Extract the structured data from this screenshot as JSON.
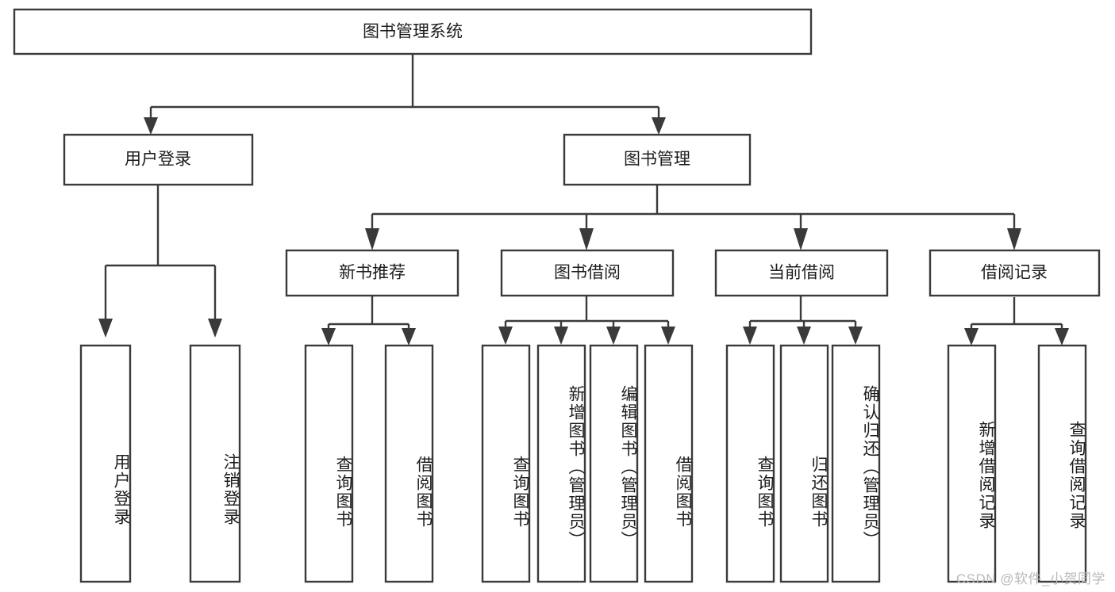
{
  "diagram": {
    "type": "tree-hierarchy-flowchart",
    "title": "图书管理系统",
    "root": {
      "id": "root",
      "label": "图书管理系统",
      "orientation": "horizontal"
    },
    "level2": [
      {
        "id": "user-login",
        "label": "用户登录",
        "orientation": "horizontal"
      },
      {
        "id": "book-management",
        "label": "图书管理",
        "orientation": "horizontal"
      }
    ],
    "level3": [
      {
        "id": "new-book-recommend",
        "label": "新书推荐",
        "orientation": "horizontal",
        "parent": "book-management"
      },
      {
        "id": "book-borrow",
        "label": "图书借阅",
        "orientation": "horizontal",
        "parent": "book-management"
      },
      {
        "id": "current-borrow",
        "label": "当前借阅",
        "orientation": "horizontal",
        "parent": "book-management"
      },
      {
        "id": "borrow-record",
        "label": "借阅记录",
        "orientation": "horizontal",
        "parent": "book-management"
      }
    ],
    "leaves": [
      {
        "id": "leaf-user-login",
        "label": "用户登录",
        "orientation": "vertical",
        "parent": "user-login"
      },
      {
        "id": "leaf-logout-login",
        "label": "注销登录",
        "orientation": "vertical",
        "parent": "user-login"
      },
      {
        "id": "leaf-query-book-1",
        "label": "查询图书",
        "orientation": "vertical",
        "parent": "new-book-recommend"
      },
      {
        "id": "leaf-borrow-book-1",
        "label": "借阅图书",
        "orientation": "vertical",
        "parent": "new-book-recommend"
      },
      {
        "id": "leaf-query-book-2",
        "label": "查询图书",
        "orientation": "vertical",
        "parent": "book-borrow"
      },
      {
        "id": "leaf-add-book",
        "label": "新增图书（管理员）",
        "orientation": "vertical",
        "parent": "book-borrow"
      },
      {
        "id": "leaf-edit-book",
        "label": "编辑图书（管理员）",
        "orientation": "vertical",
        "parent": "book-borrow"
      },
      {
        "id": "leaf-borrow-book-2",
        "label": "借阅图书",
        "orientation": "vertical",
        "parent": "book-borrow"
      },
      {
        "id": "leaf-query-book-3",
        "label": "查询图书",
        "orientation": "vertical",
        "parent": "current-borrow"
      },
      {
        "id": "leaf-return-book",
        "label": "归还图书",
        "orientation": "vertical",
        "parent": "current-borrow"
      },
      {
        "id": "leaf-confirm-return",
        "label": "确认归还（管理员）",
        "orientation": "vertical",
        "parent": "current-borrow"
      },
      {
        "id": "leaf-add-record",
        "label": "新增借阅记录",
        "orientation": "vertical",
        "parent": "borrow-record"
      },
      {
        "id": "leaf-query-record",
        "label": "查询借阅记录",
        "orientation": "vertical",
        "parent": "borrow-record"
      }
    ],
    "colors": {
      "stroke": "#3a3a3a",
      "box_fill": "#ffffff",
      "text": "#1d1d1d",
      "background": "#ffffff",
      "watermark": "#b9b9b9"
    }
  },
  "watermark": {
    "text": "CSDN @软件_小贺同学"
  }
}
